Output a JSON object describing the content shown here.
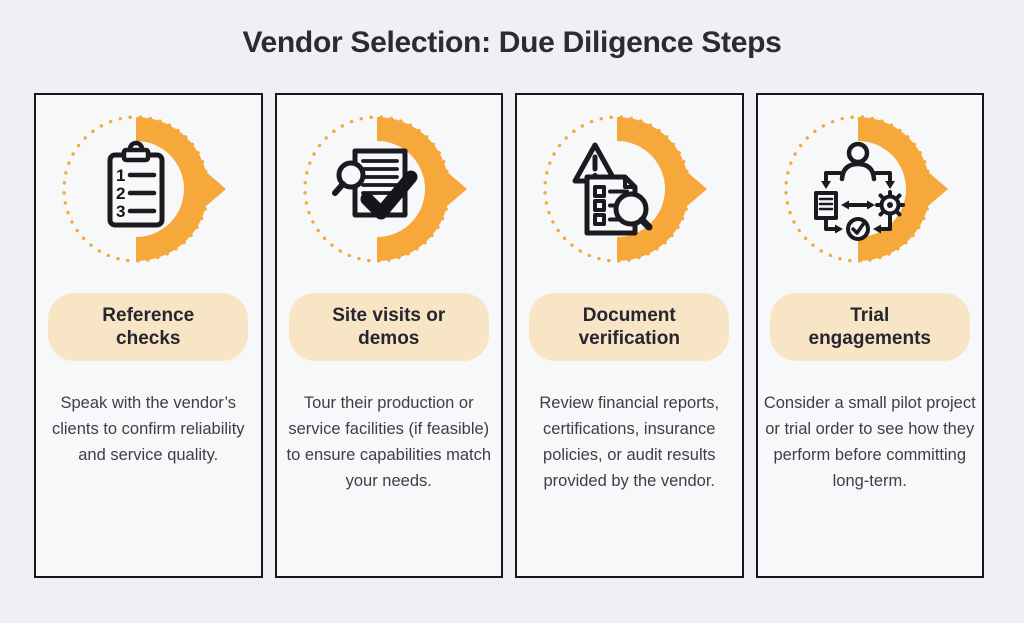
{
  "page": {
    "title": "Vendor Selection: Due Diligence Steps"
  },
  "colors": {
    "accent_orange": "#F6A83B",
    "badge_background": "#F8E5C6",
    "card_background": "#F7F8F9",
    "page_background": "#EEF0F3",
    "card_border": "#17171B",
    "heading_text": "#2B2B33",
    "body_text": "#3E3E46"
  },
  "cards": [
    {
      "icon": "clipboard-numbered-list-icon",
      "title": "Reference checks",
      "description": "Speak with the vendor’s clients to confirm reliability and service quality."
    },
    {
      "icon": "document-magnifier-check-icon",
      "title": "Site visits or demos",
      "description": "Tour their production or service facilities (if feasible) to ensure capabilities match your needs."
    },
    {
      "icon": "document-warning-magnifier-icon",
      "title": "Document verification",
      "description": "Review financial reports, certifications, insurance policies, or audit results provided by the vendor."
    },
    {
      "icon": "person-workflow-icon",
      "title": "Trial engagements",
      "description": "Consider a small pilot project or trial order to see how they perform before committing long-term."
    }
  ]
}
